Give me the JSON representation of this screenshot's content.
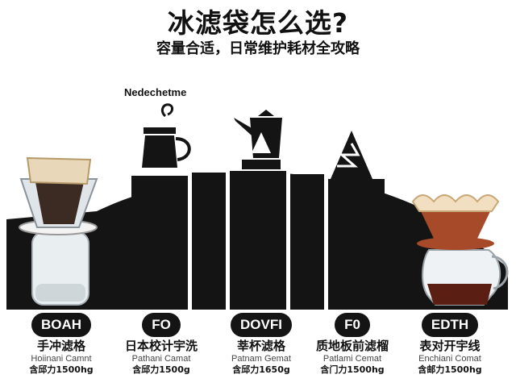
{
  "header": {
    "title": "冰滤袋怎么选?",
    "subtitle": "容量合适，日常维护耗材全攻略"
  },
  "top_label": "Nedechetme",
  "icons": [
    "kettle-icon",
    "gooseneck-kettle-icon",
    "pyramid-filter-icon"
  ],
  "products": [
    {
      "badge": "BOAH",
      "name": "手冲滤格",
      "sub": "Hoiinani Camnt",
      "spec": "含邱力1500hg"
    },
    {
      "badge": "FO",
      "name": "日本校计宇洗",
      "sub": "Pathani Camat",
      "spec": "含邱力1500g"
    },
    {
      "badge": "DOVFI",
      "name": "莘杯滤格",
      "sub": "Patnam Gemat",
      "spec": "含邱力1650g"
    },
    {
      "badge": "F0",
      "name": "质地板前滤榴",
      "sub": "Patlami Cemat",
      "spec": "含门力1500hg"
    },
    {
      "badge": "EDTH",
      "name": "表对开宇线",
      "sub": "Enchiani Comat",
      "spec": "含邮力1500hg"
    }
  ],
  "colors": {
    "background": "#ffffff",
    "silhouette": "#141414",
    "accent_copper": "#a64a2a"
  }
}
